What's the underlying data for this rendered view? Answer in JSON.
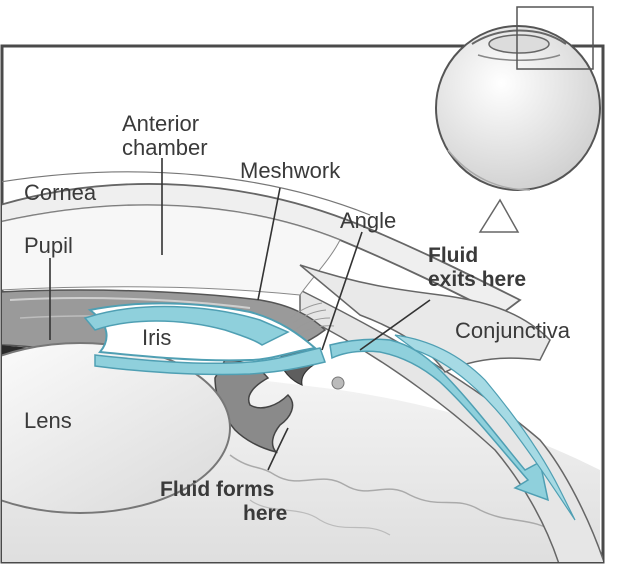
{
  "labels": {
    "anterior_chamber_line1": "Anterior",
    "anterior_chamber_line2": "chamber",
    "meshwork": "Meshwork",
    "cornea": "Cornea",
    "angle": "Angle",
    "pupil": "Pupil",
    "fluid_exits_line1": "Fluid",
    "fluid_exits_line2": "exits here",
    "iris": "Iris",
    "conjunctiva": "Conjunctiva",
    "lens": "Lens",
    "fluid_forms_line1": "Fluid forms",
    "fluid_forms_line2": "here"
  },
  "colors": {
    "fluid": "#8fd0dc",
    "fluid_stroke": "#4f9fb3",
    "tissue_light": "#eeeeee",
    "tissue_mid": "#cfcfcf",
    "iris_dark": "#7a7a7a",
    "outline": "#555555"
  }
}
